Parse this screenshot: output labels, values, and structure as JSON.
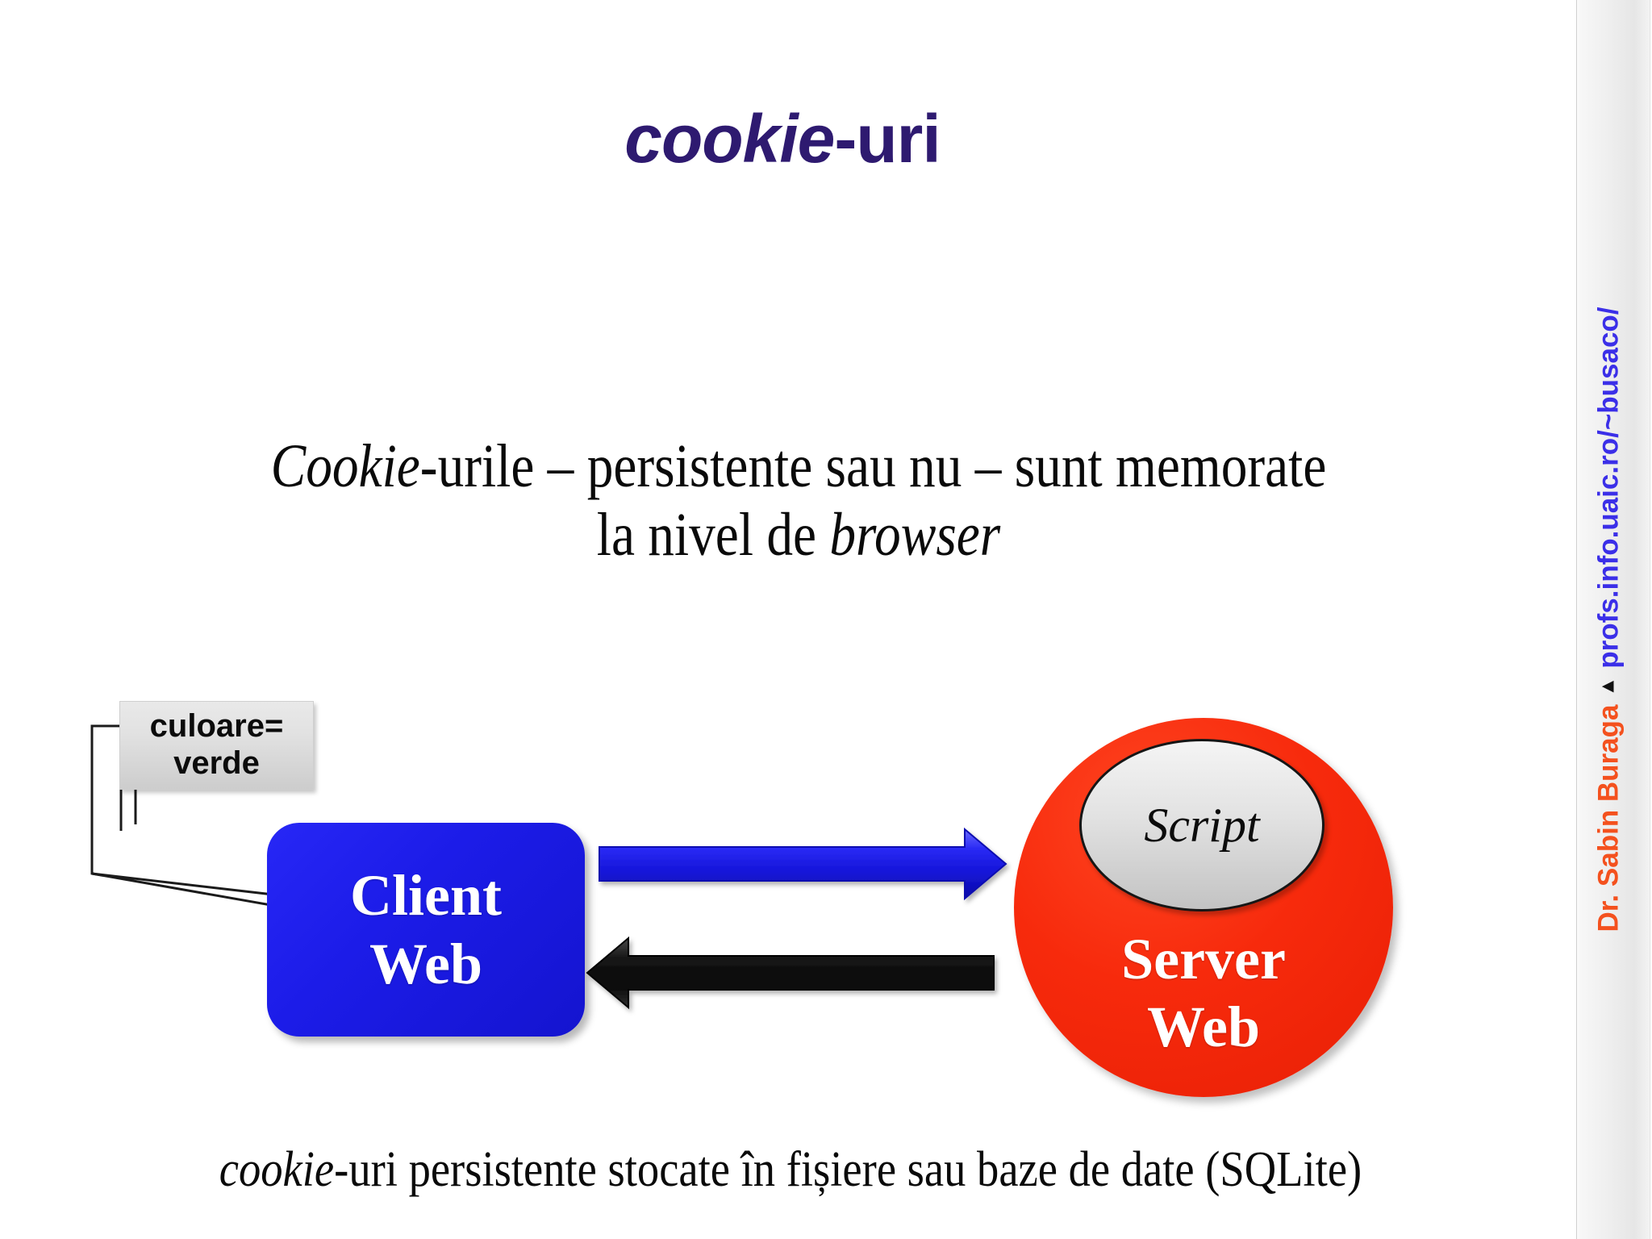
{
  "slide": {
    "title_italic": "cookie",
    "title_rest": "-uri",
    "lead_line1_italic": "Cookie",
    "lead_line1_rest": "-urile – persistente sau nu – sunt memorate",
    "lead_line2_plain": "la nivel de ",
    "lead_line2_italic": "browser",
    "caption_italic": "cookie",
    "caption_rest": "-uri persistente stocate în fișiere sau baze de date (SQLite)"
  },
  "diagram": {
    "cookie_note_line1": "culoare=",
    "cookie_note_line2": "verde",
    "client_line1": "Client",
    "client_line2": "Web",
    "server_line1": "Server",
    "server_line2": "Web",
    "script_label": "Script",
    "arrow_request_name": "request-arrow-blue",
    "arrow_response_name": "response-arrow-black"
  },
  "sidebar": {
    "author": "Dr. Sabin Buraga",
    "separator": "▲",
    "url": "profs.info.uaic.ro/~busaco/"
  },
  "colors": {
    "title_purple": "#2E1A70",
    "client_blue": "#1C1CE8",
    "server_red": "#F72A0C",
    "arrow_blue": "#2222E8",
    "arrow_black": "#0C0C0C",
    "author_orange": "#F4511E",
    "url_blue": "#3B2FE8",
    "note_gray": "#DCDCDC"
  }
}
